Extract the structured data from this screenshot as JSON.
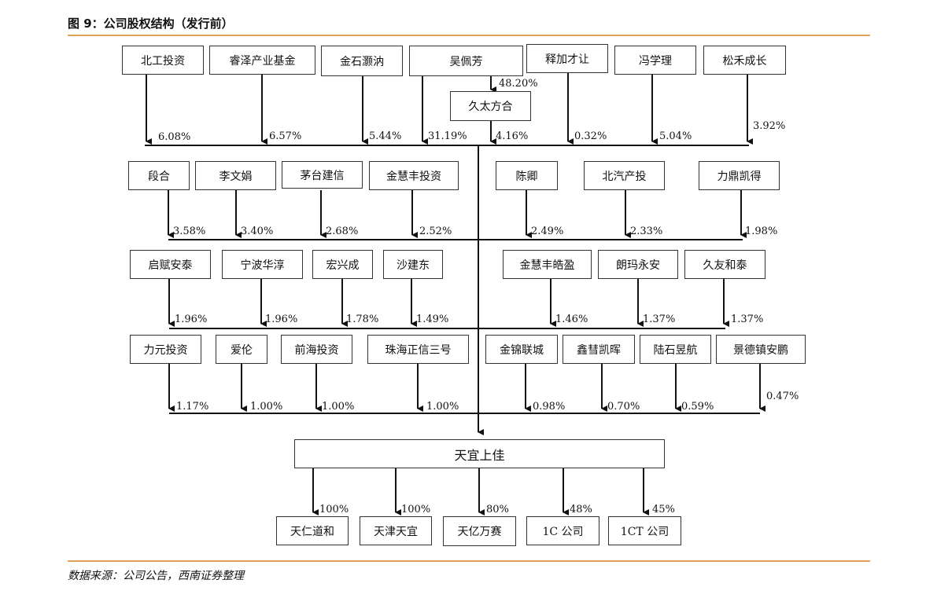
{
  "figure_title": "图 9：公司股权结构（发行前）",
  "source_note": "数据来源：公司公告，西南证券整理",
  "row1": [
    {
      "name": "北工投资",
      "pct": "6.08%"
    },
    {
      "name": "睿泽产业基金",
      "pct": "6.57%"
    },
    {
      "name": "金石灏汭",
      "pct": "5.44%"
    },
    {
      "name": "吴佩芳",
      "pct": "31.19%"
    },
    {
      "name": "释加才让",
      "pct": "0.32%"
    },
    {
      "name": "冯学理",
      "pct": "5.04%"
    },
    {
      "name": "松禾成长",
      "pct": "3.92%"
    }
  ],
  "jiutai": {
    "name": "久太方合",
    "from_wu_pct": "48.20%",
    "pct": "4.16%"
  },
  "row2": [
    {
      "name": "段合",
      "pct": "3.58%"
    },
    {
      "name": "李文娟",
      "pct": "3.40%"
    },
    {
      "name": "茅台建信",
      "pct": "2.68%"
    },
    {
      "name": "金慧丰投资",
      "pct": "2.52%"
    },
    {
      "name": "陈卿",
      "pct": "2.49%"
    },
    {
      "name": "北汽产投",
      "pct": "2.33%"
    },
    {
      "name": "力鼎凯得",
      "pct": "1.98%"
    }
  ],
  "row3": [
    {
      "name": "启赋安泰",
      "pct": "1.96%"
    },
    {
      "name": "宁波华淳",
      "pct": "1.96%"
    },
    {
      "name": "宏兴成",
      "pct": "1.78%"
    },
    {
      "name": "沙建东",
      "pct": "1.49%"
    },
    {
      "name": "金慧丰皓盈",
      "pct": "1.46%"
    },
    {
      "name": "朗玛永安",
      "pct": "1.37%"
    },
    {
      "name": "久友和泰",
      "pct": "1.37%"
    }
  ],
  "row4": [
    {
      "name": "力元投资",
      "pct": "1.17%"
    },
    {
      "name": "爱伦",
      "pct": "1.00%"
    },
    {
      "name": "前海投资",
      "pct": "1.00%"
    },
    {
      "name": "珠海正信三号",
      "pct": "1.00%"
    },
    {
      "name": "金锦联城",
      "pct": "0.98%"
    },
    {
      "name": "鑫彗凯晖",
      "pct": "0.70%"
    },
    {
      "name": "陆石昱航",
      "pct": "0.59%"
    },
    {
      "name": "景德镇安鹏",
      "pct": "0.47%"
    }
  ],
  "company": {
    "name": "天宜上佳"
  },
  "subsidiaries": [
    {
      "name": "天仁道和",
      "pct": "100%"
    },
    {
      "name": "天津天宜",
      "pct": "100%"
    },
    {
      "name": "天亿万赛",
      "pct": "80%"
    },
    {
      "name": "1C 公司",
      "pct": "48%"
    },
    {
      "name": "1CT 公司",
      "pct": "45%"
    }
  ]
}
